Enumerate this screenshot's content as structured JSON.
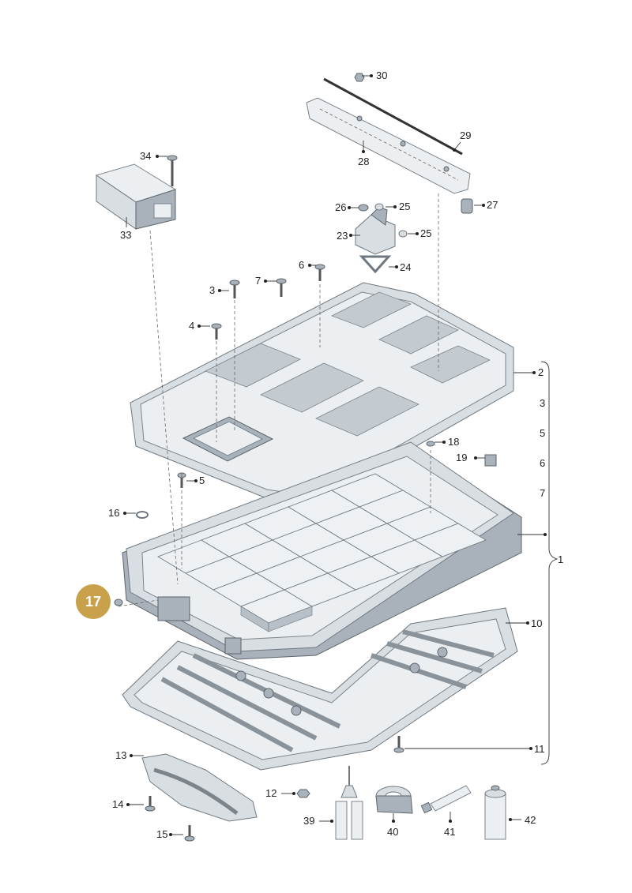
{
  "highlight": {
    "label": "17",
    "color": "#c9a14a"
  },
  "callouts": [
    {
      "label": "30"
    },
    {
      "label": "29"
    },
    {
      "label": "28"
    },
    {
      "label": "34"
    },
    {
      "label": "33"
    },
    {
      "label": "26"
    },
    {
      "label": "25"
    },
    {
      "label": "27"
    },
    {
      "label": "23"
    },
    {
      "label": "25"
    },
    {
      "label": "24"
    },
    {
      "label": "6"
    },
    {
      "label": "7"
    },
    {
      "label": "3"
    },
    {
      "label": "4"
    },
    {
      "label": "2"
    },
    {
      "label": "3"
    },
    {
      "label": "5"
    },
    {
      "label": "6"
    },
    {
      "label": "7"
    },
    {
      "label": "18"
    },
    {
      "label": "19"
    },
    {
      "label": "5"
    },
    {
      "label": "16"
    },
    {
      "label": "1"
    },
    {
      "label": "10"
    },
    {
      "label": "11"
    },
    {
      "label": "13"
    },
    {
      "label": "14"
    },
    {
      "label": "15"
    },
    {
      "label": "12"
    },
    {
      "label": "39"
    },
    {
      "label": "40"
    },
    {
      "label": "41"
    },
    {
      "label": "42"
    }
  ],
  "parts": {
    "battery_cover": "top-cover",
    "battery_housing": "housing-frame",
    "underbody_plate": "bottom-plate",
    "control_module": "control-unit",
    "cross_member": "cross-strut"
  }
}
